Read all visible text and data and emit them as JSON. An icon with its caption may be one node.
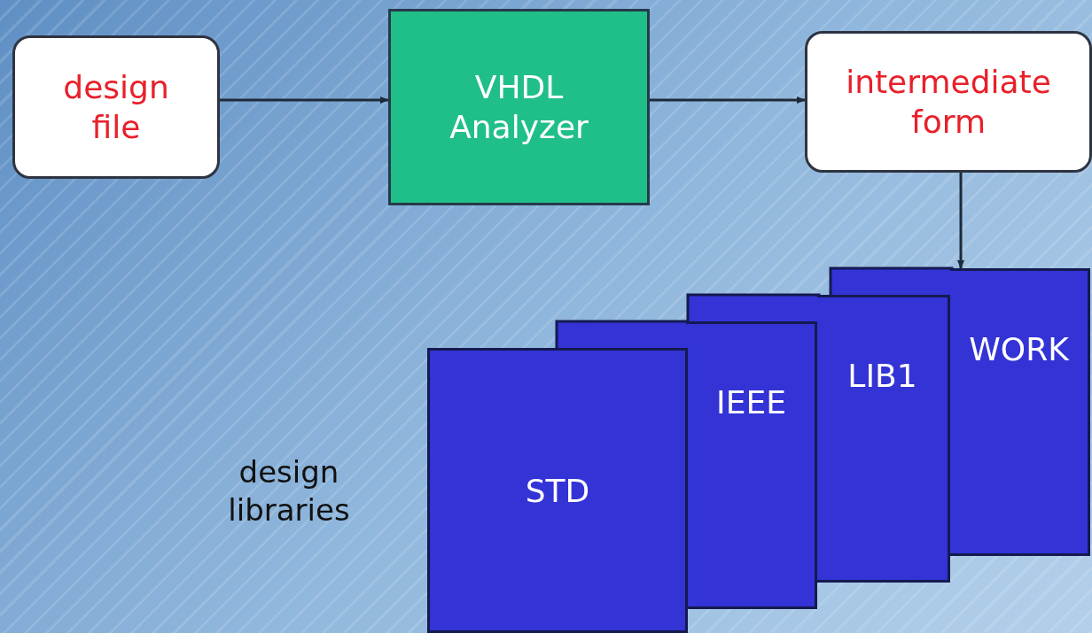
{
  "diagram": {
    "nodes": [
      {
        "text": [
          "design file"
        ]
      },
      {
        "text": [
          "VHDL Analyzer"
        ]
      },
      {
        "text": [
          "intermediate form"
        ]
      },
      {
        "text": [
          "STD"
        ]
      },
      {
        "text": [
          "IEEE"
        ]
      },
      {
        "text": [
          "LIB1"
        ]
      },
      {
        "text": [
          "WORK"
        ]
      }
    ],
    "edges": [
      {
        "from": 0,
        "to": 1,
        "arrow": "to"
      },
      {
        "from": 1,
        "to": 2,
        "arrow": "to"
      },
      {
        "from": 2,
        "to": 6,
        "arrow": "to"
      }
    ],
    "labels": [
      "design libraries"
    ]
  }
}
